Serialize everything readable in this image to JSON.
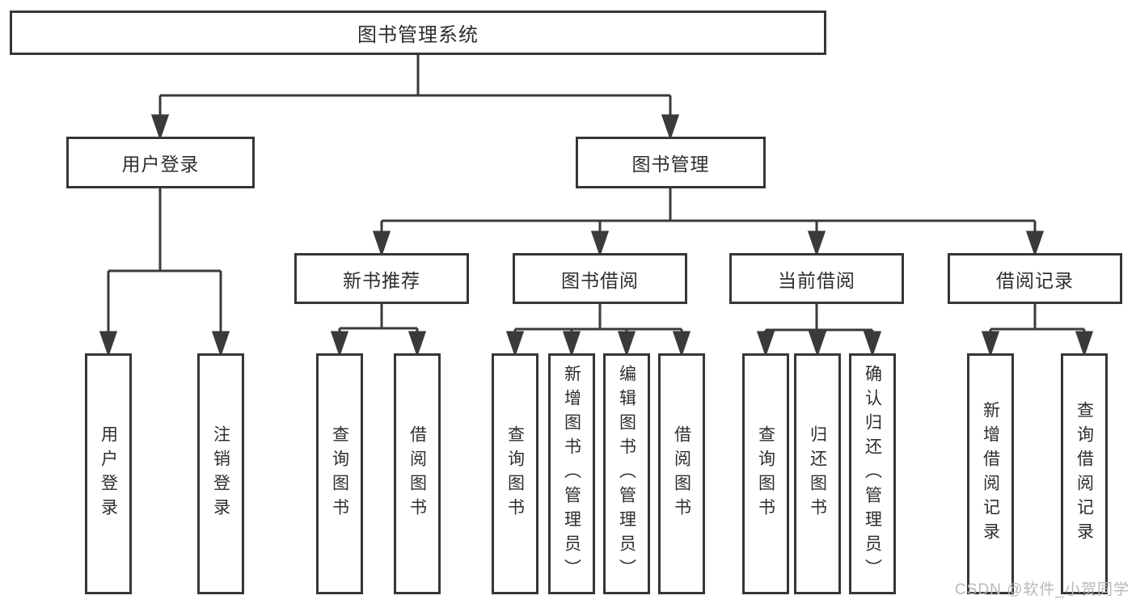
{
  "diagram": {
    "root": {
      "label": "图书管理系统"
    },
    "level2": [
      {
        "id": "user-login",
        "label": "用户登录"
      },
      {
        "id": "book-management",
        "label": "图书管理"
      }
    ],
    "level3": [
      {
        "id": "new-book-recommend",
        "label": "新书推荐",
        "parent": "图书管理"
      },
      {
        "id": "book-borrow",
        "label": "图书借阅",
        "parent": "图书管理"
      },
      {
        "id": "current-borrow",
        "label": "当前借阅",
        "parent": "图书管理"
      },
      {
        "id": "borrow-record",
        "label": "借阅记录",
        "parent": "图书管理"
      }
    ],
    "leaves": [
      {
        "group": "用户登录",
        "label": "用户登录"
      },
      {
        "group": "用户登录",
        "label": "注销登录"
      },
      {
        "group": "新书推荐",
        "label": "查询图书"
      },
      {
        "group": "新书推荐",
        "label": "借阅图书"
      },
      {
        "group": "图书借阅",
        "label": "查询图书"
      },
      {
        "group": "图书借阅",
        "label": "新增图书（管理员）"
      },
      {
        "group": "图书借阅",
        "label": "编辑图书（管理员）"
      },
      {
        "group": "图书借阅",
        "label": "借阅图书"
      },
      {
        "group": "当前借阅",
        "label": "查询图书"
      },
      {
        "group": "当前借阅",
        "label": "归还图书"
      },
      {
        "group": "当前借阅",
        "label": "确认归还（管理员）"
      },
      {
        "group": "借阅记录",
        "label": "新增借阅记录"
      },
      {
        "group": "借阅记录",
        "label": "查询借阅记录"
      }
    ],
    "watermark": "CSDN @软件_小贺同学",
    "colors": {
      "line": "#3a3a3a",
      "box_border": "#363636",
      "box_fill": "#ffffff",
      "text": "#2e2e2e",
      "watermark": "#b8b8b8",
      "background": "#ffffff"
    }
  }
}
